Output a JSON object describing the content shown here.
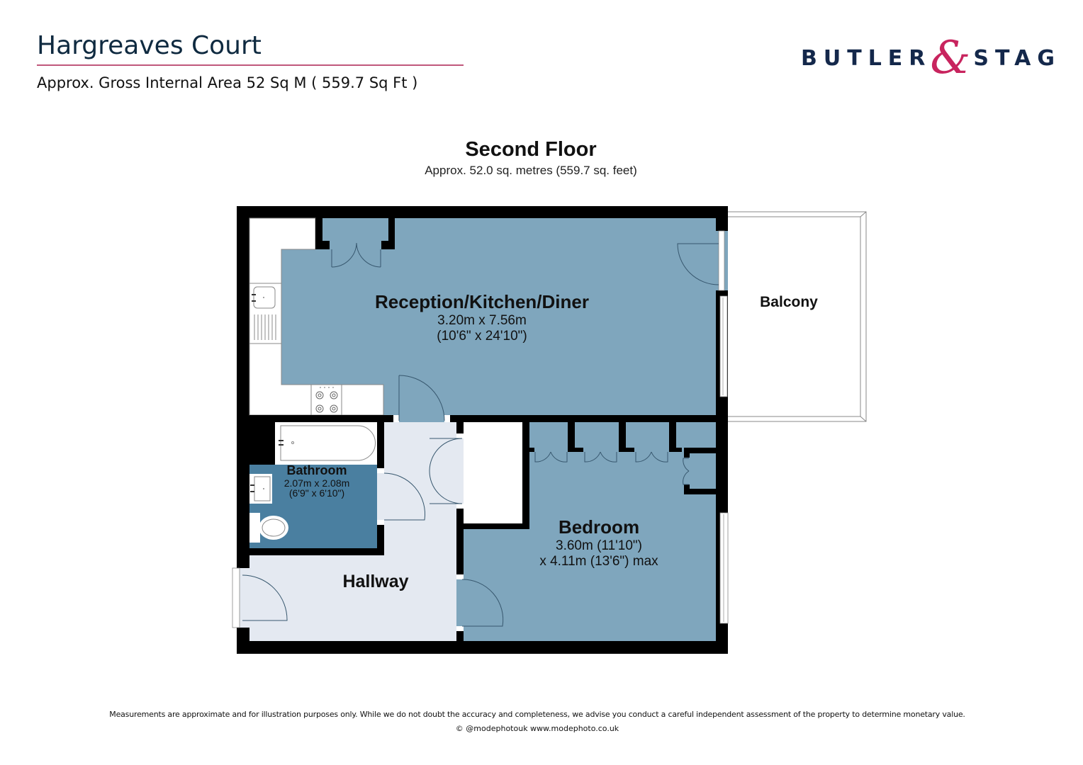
{
  "header": {
    "title": "Hargreaves Court",
    "subtitle": "Approx. Gross Internal Area 52 Sq M ( 559.7 Sq Ft )"
  },
  "logo": {
    "left_word": "BUTLER",
    "ampersand": "&",
    "right_word": "STAG",
    "colors": {
      "text": "#14284b",
      "ampersand": "#c8245e"
    }
  },
  "floor": {
    "title": "Second Floor",
    "area": "Approx. 52.0 sq. metres (559.7 sq. feet)"
  },
  "rooms": [
    {
      "name": "Reception/Kitchen/Diner",
      "dim1": "3.20m x 7.56m",
      "dim2": "(10'6\" x 24'10\")",
      "color": "#7fa6bd"
    },
    {
      "name": "Bathroom",
      "dim1": "2.07m x 2.08m",
      "dim2": "(6'9\" x 6'10\")",
      "color": "#4a7fa0"
    },
    {
      "name": "Hallway",
      "dim1": "",
      "dim2": "",
      "color": "#e4e9f1"
    },
    {
      "name": "Bedroom",
      "dim1": "3.60m (11'10\")",
      "dim2": "x 4.11m (13'6\") max",
      "color": "#7fa6bd"
    },
    {
      "name": "Balcony",
      "dim1": "",
      "dim2": "",
      "color": "#ffffff"
    }
  ],
  "footer": {
    "disclaimer": "Measurements are approximate and for illustration purposes only.  While we do not doubt the accuracy and completeness, we advise you conduct a careful independent assessment of the property to determine monetary value.",
    "credit": "© @modephotouk www.modephoto.co.uk"
  }
}
